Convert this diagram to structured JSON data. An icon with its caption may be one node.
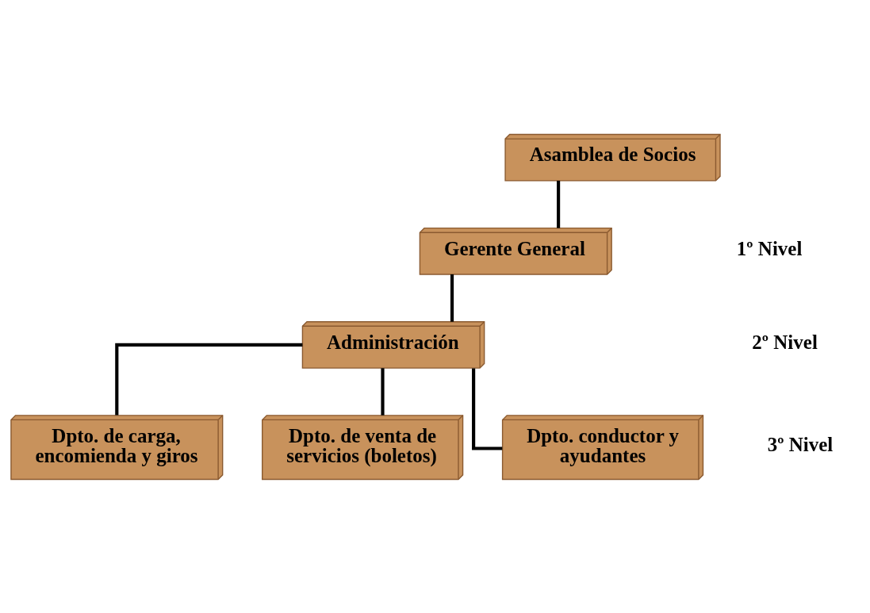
{
  "diagram": {
    "nodes": [
      {
        "text": [
          "Asamblea de Socios"
        ]
      },
      {
        "text": [
          "Gerente General"
        ]
      },
      {
        "text": [
          "Administración"
        ]
      },
      {
        "text": [
          "Dpto. de carga, encomienda y giros"
        ]
      },
      {
        "text": [
          "Dpto. de venta de servicios (boletos)"
        ]
      },
      {
        "text": [
          "Dpto. conductor y ayudantes"
        ]
      }
    ],
    "edges": [
      {
        "from": 0,
        "to": 1,
        "arrow": "none"
      },
      {
        "from": 1,
        "to": 2,
        "arrow": "none"
      },
      {
        "from": 2,
        "to": 3,
        "arrow": "none"
      },
      {
        "from": 2,
        "to": 4,
        "arrow": "none"
      },
      {
        "from": 2,
        "to": 5,
        "arrow": "none"
      }
    ],
    "labels": [
      "1º Nivel",
      "2º Nivel",
      "3º Nivel"
    ]
  }
}
